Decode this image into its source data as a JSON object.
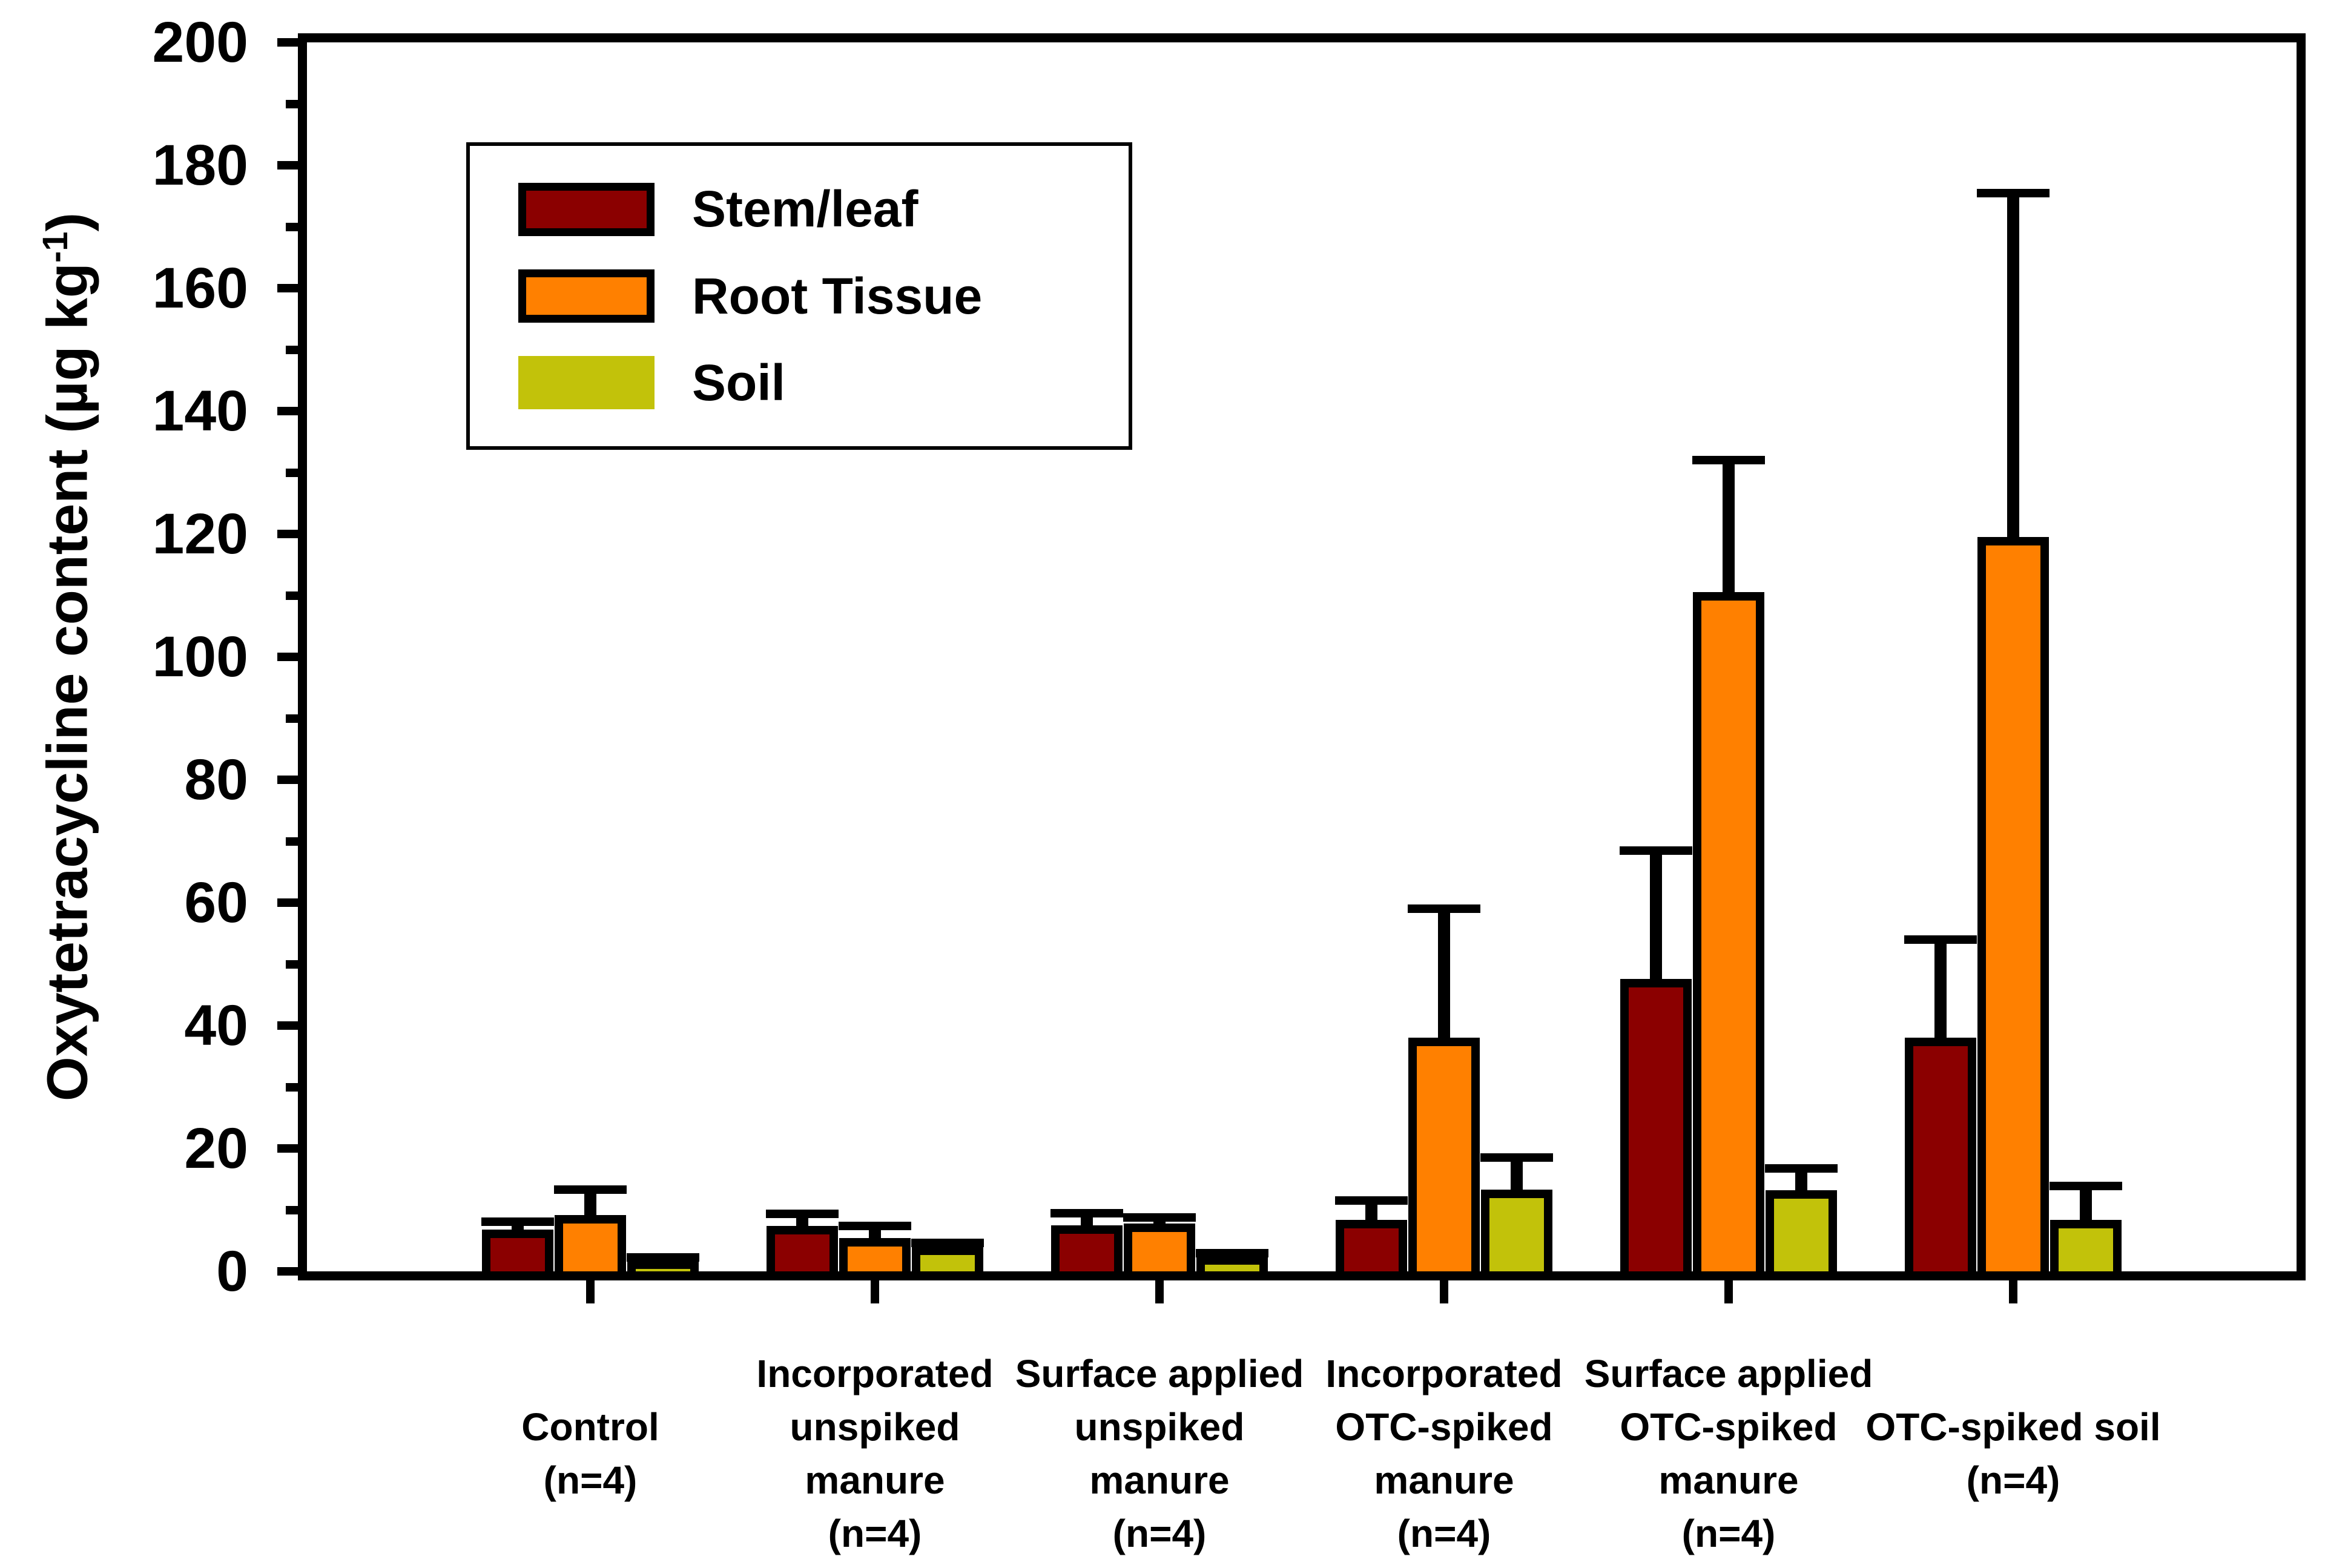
{
  "chart_data": {
    "type": "bar",
    "title": "",
    "ylabel": "Oxytetracycline content (µg kg⁻¹)",
    "ylabel_parts": {
      "pre": "Oxytetracycline content (µg kg",
      "sup": "-1",
      "post": ")"
    },
    "xlabel": "",
    "ylim": [
      0,
      200
    ],
    "yticks": [
      0,
      20,
      40,
      60,
      80,
      100,
      120,
      140,
      160,
      180,
      200
    ],
    "minor_ytick_step": 10,
    "grid": false,
    "legend_position": "upper-left-inside",
    "categories": [
      [
        "Control",
        "(n=4)"
      ],
      [
        "Incorporated",
        "unspiked",
        "manure",
        "(n=4)"
      ],
      [
        "Surface applied",
        "unspiked",
        "manure",
        "(n=4)"
      ],
      [
        "Incorporated",
        "OTC-spiked",
        "manure",
        "(n=4)"
      ],
      [
        "Surface applied",
        "OTC-spiked",
        "manure",
        "(n=4)"
      ],
      [
        "OTC-spiked soil",
        "(n=4)"
      ]
    ],
    "series": [
      {
        "name": "Stem/leaf",
        "color": "#8B0000",
        "legend_border": true,
        "values": [
          6.8,
          7.4,
          7.5,
          8.4,
          47.6,
          38.0
        ],
        "errors_plus": [
          1.3,
          2.0,
          2.0,
          3.1,
          20.9,
          16.0
        ]
      },
      {
        "name": "Root Tissue",
        "color": "#FF8000",
        "legend_border": true,
        "values": [
          9.2,
          5.4,
          7.8,
          38.0,
          110.5,
          119.5
        ],
        "errors_plus": [
          4.1,
          2.0,
          1.0,
          21.0,
          21.5,
          56.0
        ]
      },
      {
        "name": "Soil",
        "color": "#C2C20A",
        "legend_border": false,
        "values": [
          1.8,
          4.0,
          2.5,
          13.3,
          13.2,
          8.4
        ],
        "errors_plus": [
          0.5,
          0.6,
          0.5,
          5.2,
          3.5,
          5.5
        ]
      }
    ]
  }
}
